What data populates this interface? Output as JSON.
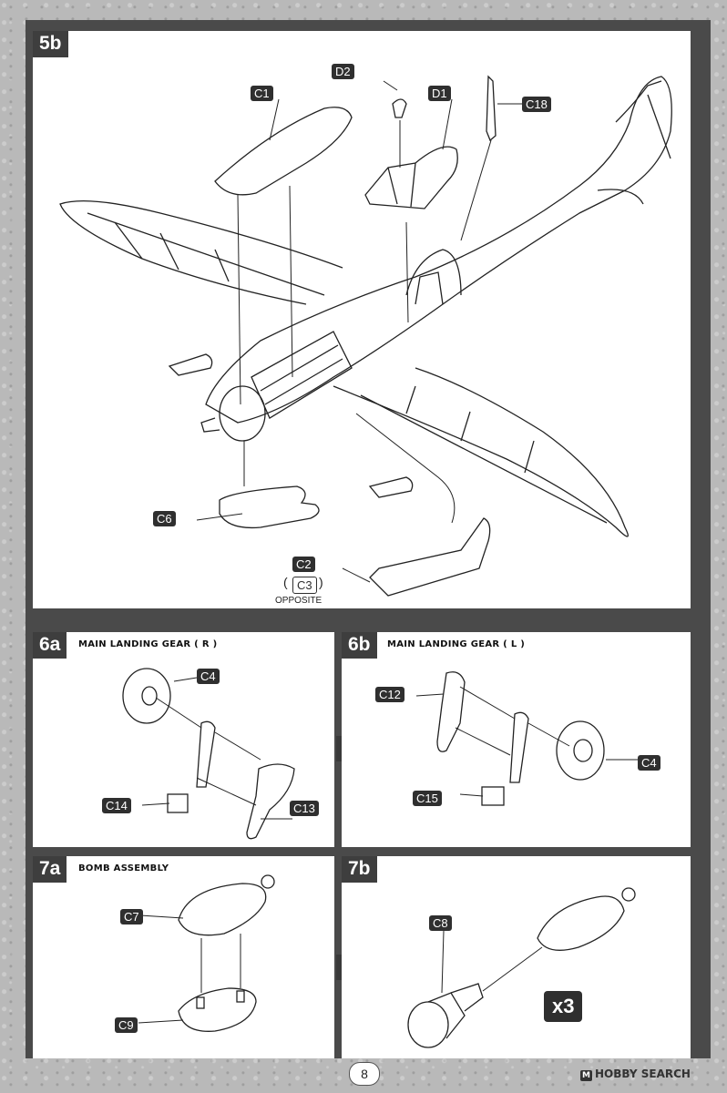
{
  "steps": {
    "s5b": {
      "num": "5b",
      "labels": {
        "c1": "C1",
        "d2": "D2",
        "d1": "D1",
        "c18": "C18",
        "c6": "C6",
        "c2": "C2",
        "c3": "C3",
        "opposite": "OPPOSITE",
        "paren_open": "(",
        "paren_close": ")"
      }
    },
    "s6a": {
      "num": "6a",
      "title": "MAIN LANDING GEAR ( R )",
      "labels": {
        "c4": "C4",
        "c14": "C14",
        "c13": "C13"
      }
    },
    "s6b": {
      "num": "6b",
      "title": "MAIN LANDING GEAR ( L )",
      "labels": {
        "c12": "C12",
        "c4": "C4",
        "c15": "C15"
      }
    },
    "s7a": {
      "num": "7a",
      "title": "BOMB ASSEMBLY",
      "labels": {
        "c7": "C7",
        "c9": "C9"
      }
    },
    "s7b": {
      "num": "7b",
      "labels": {
        "c8": "C8",
        "qty": "x3"
      }
    }
  },
  "page_number": "8",
  "watermark": "HOBBY SEARCH",
  "watermark_mark": "M"
}
